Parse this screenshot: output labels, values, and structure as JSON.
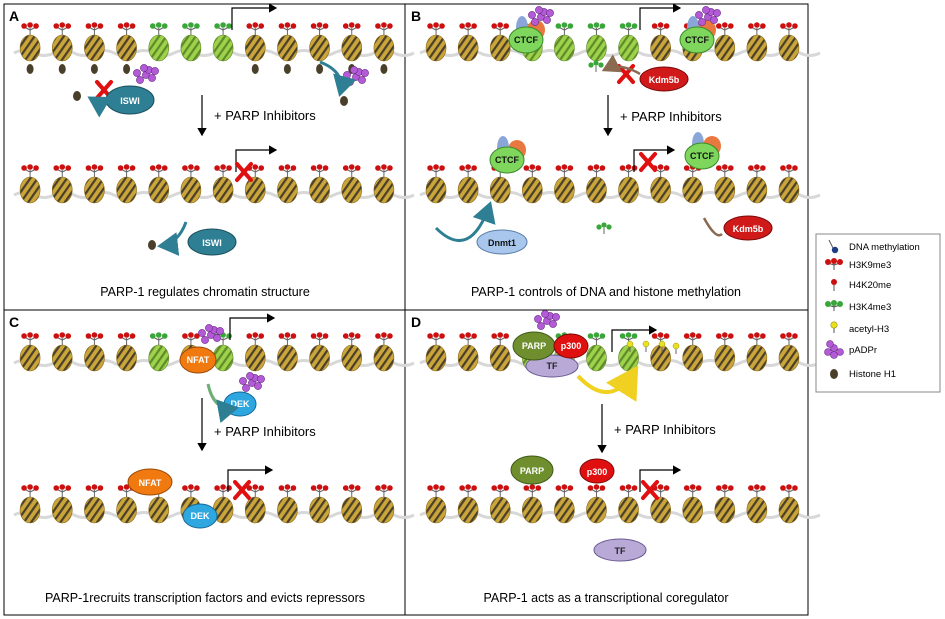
{
  "panels": {
    "a": {
      "letter": "A",
      "inhibitor": "+ PARP Inhibitors",
      "caption": "PARP-1 regulates chromatin structure",
      "proteins": {
        "iswi1": "ISWI",
        "iswi2": "ISWI"
      }
    },
    "b": {
      "letter": "B",
      "inhibitor": "+ PARP Inhibitors",
      "caption": "PARP-1 controls of DNA and histone methylation",
      "proteins": {
        "ctcf1": "CTCF",
        "ctcf2": "CTCF",
        "kdm5b1": "Kdm5b",
        "ctcf3": "CTCF",
        "ctcf4": "CTCF",
        "dnmt1": "Dnmt1",
        "kdm5b2": "Kdm5b"
      }
    },
    "c": {
      "letter": "C",
      "inhibitor": "+ PARP Inhibitors",
      "caption": "PARP-1recruits transcription factors and evicts repressors",
      "proteins": {
        "nfat1": "NFAT",
        "dek1": "DEK",
        "nfat2": "NFAT",
        "dek2": "DEK"
      }
    },
    "d": {
      "letter": "D",
      "inhibitor": "+ PARP Inhibitors",
      "caption": "PARP-1 acts  as a transcriptional coregulator",
      "proteins": {
        "parp1": "PARP",
        "p3001": "p300",
        "tf1": "TF",
        "parp2": "PARP",
        "p3002": "p300",
        "tf2": "TF"
      }
    }
  },
  "legend": {
    "items": [
      {
        "label": "DNA methylation",
        "icon": "dna-methylation-icon"
      },
      {
        "label": "H3K9me3",
        "icon": "h3k9me3-icon"
      },
      {
        "label": "H4K20me",
        "icon": "h4k20me-icon"
      },
      {
        "label": "H3K4me3",
        "icon": "h3k4me3-icon"
      },
      {
        "label": "acetyl-H3",
        "icon": "acetyl-h3-icon"
      },
      {
        "label": "pADPr",
        "icon": "padpr-icon"
      },
      {
        "label": "Histone H1",
        "icon": "histone-h1-icon"
      }
    ]
  },
  "colors": {
    "mark_red": "#cc1010",
    "mark_green": "#3aa63a",
    "mark_yellow": "#e8e020",
    "padpr": "#b35ad6",
    "histone_h1": "#4a3f2a",
    "nucleosome": "#c9a53a",
    "active_nucleosome": "#9ed24a",
    "iswi": "#2e7f93",
    "ctcf": "#7ed65c",
    "kdm5b": "#d01a1a",
    "dnmt1": "#a9c6ec",
    "nfat": "#f07a10",
    "dek": "#2ea6e0",
    "parp": "#6f8f2e",
    "p300": "#e01010",
    "tf": "#b8a9d6",
    "inhibit_x": "#e01010"
  }
}
